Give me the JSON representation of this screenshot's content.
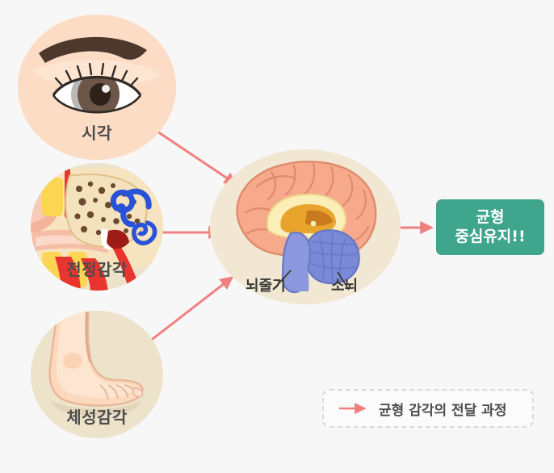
{
  "page": {
    "background_color": "#f7f7f7",
    "title": "균형 감각의 전달 과정"
  },
  "colors": {
    "arrow": "#f08080",
    "arrow_dark": "#ef7878",
    "result_box": "#3fa58c",
    "circle_peach": "#fcdcc4",
    "circle_beige": "#ede2ca",
    "label_text": "#4c4c4c",
    "brain_cortex": "#f7a98c",
    "brain_blue": "#7b8ad6",
    "legend_border": "#dadada"
  },
  "inputs": [
    {
      "id": "vision",
      "label": "시각",
      "icon": "eye-icon",
      "circle_style": "peach"
    },
    {
      "id": "vestibular",
      "label": "전정감각",
      "icon": "inner-ear-icon",
      "circle_style": "beige"
    },
    {
      "id": "somatosensory",
      "label": "체성감각",
      "icon": "foot-icon",
      "circle_style": "beige"
    }
  ],
  "brain": {
    "icon": "brain-icon",
    "circle_style": "beige",
    "parts": [
      {
        "id": "brainstem",
        "label": "뇌줄기"
      },
      {
        "id": "cerebellum",
        "label": "소뇌"
      }
    ]
  },
  "result": {
    "line1": "균형",
    "line2": "중심유지!!"
  },
  "legend": {
    "arrow_icon": "arrow-right-icon",
    "text": "균형 감각의 전달 과정"
  },
  "arrows": [
    {
      "id": "vision-to-brain",
      "from": "vision",
      "to": "brain",
      "direction": "down-right"
    },
    {
      "id": "vestibular-to-brain",
      "from": "vestibular",
      "to": "brain",
      "direction": "right"
    },
    {
      "id": "somatosensory-to-brain",
      "from": "somatosensory",
      "to": "brain",
      "direction": "up-right"
    },
    {
      "id": "brain-to-result",
      "from": "brain",
      "to": "result",
      "direction": "right"
    }
  ]
}
